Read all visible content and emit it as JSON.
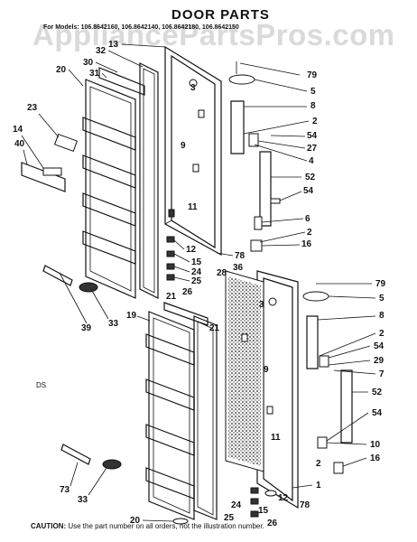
{
  "title": "DOOR PARTS",
  "model_line": "For Models: 106.8642160, 106.8642140, 106.8642180, 106.8642150",
  "watermark": "AppliancePartsPros.com",
  "diagram_code": "DS",
  "caution": {
    "label": "CAUTION:",
    "text": "Use the part number on all orders, not the illustration number."
  },
  "upper_labels": [
    "13",
    "32",
    "30",
    "31",
    "20",
    "3",
    "79",
    "5",
    "23",
    "8",
    "2",
    "54",
    "27",
    "9",
    "4",
    "14",
    "40",
    "52",
    "54",
    "11",
    "6",
    "2",
    "16",
    "12",
    "78",
    "15",
    "24",
    "25",
    "21",
    "26",
    "33",
    "39"
  ],
  "lower_labels": [
    "28",
    "36",
    "79",
    "5",
    "3",
    "19",
    "21",
    "8",
    "2",
    "54",
    "29",
    "7",
    "9",
    "52",
    "54",
    "11",
    "10",
    "2",
    "16",
    "1",
    "73",
    "33",
    "12",
    "78",
    "20",
    "24",
    "15",
    "25",
    "26"
  ]
}
